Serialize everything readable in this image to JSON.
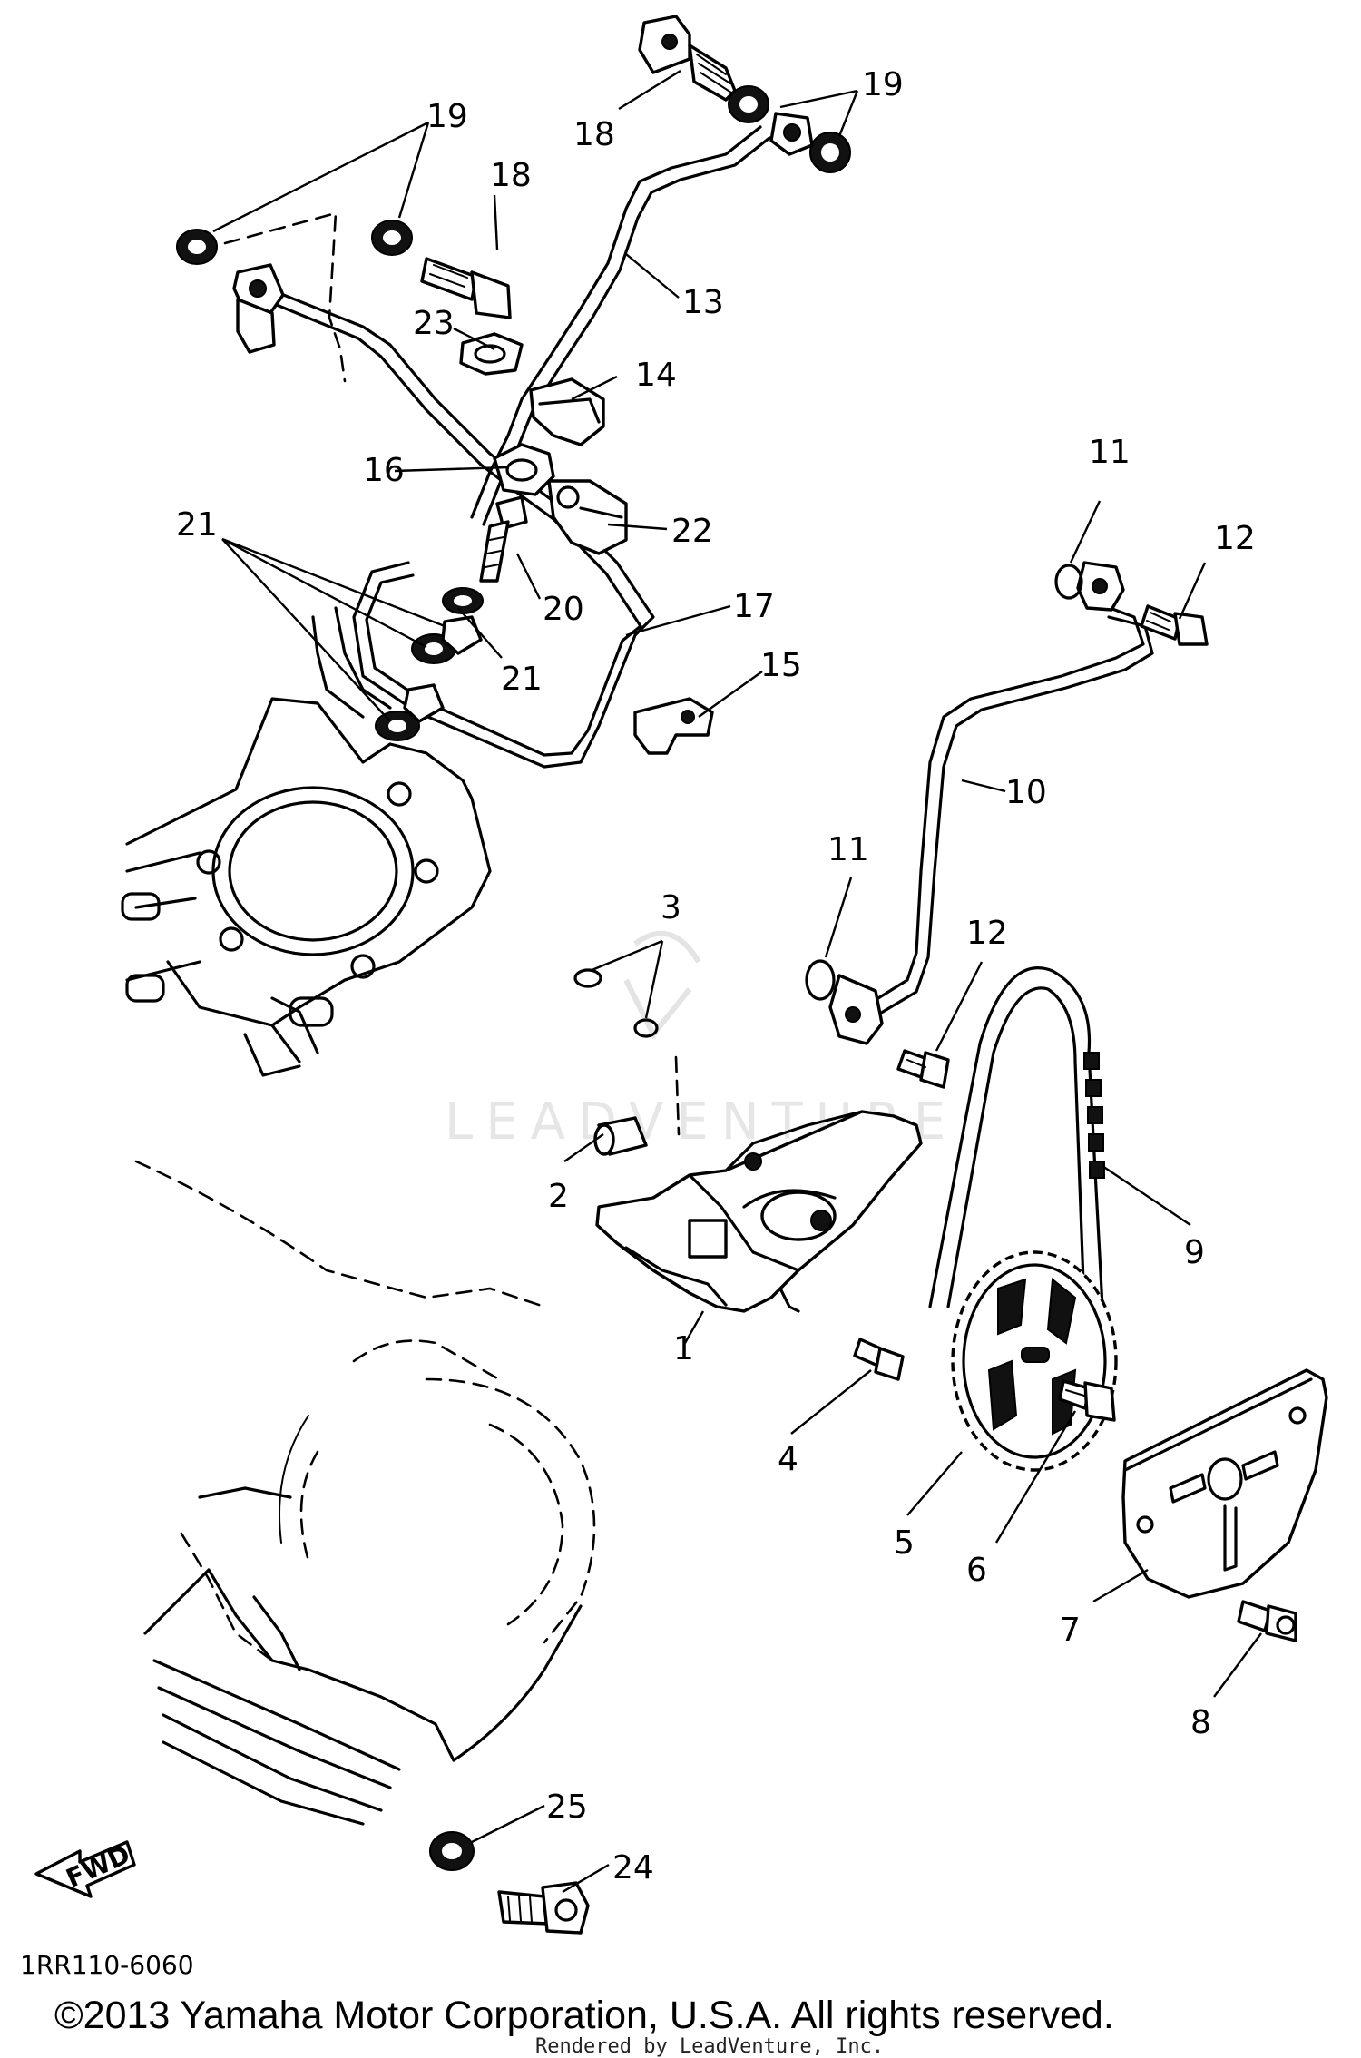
{
  "diagram": {
    "callouts": {
      "p1": "1",
      "p2": "2",
      "p3": "3",
      "p4": "4",
      "p5": "5",
      "p6": "6",
      "p7": "7",
      "p8": "8",
      "p9": "9",
      "p10": "10",
      "p11a": "11",
      "p11b": "11",
      "p12a": "12",
      "p12b": "12",
      "p13": "13",
      "p14": "14",
      "p15": "15",
      "p16": "16",
      "p17": "17",
      "p18a": "18",
      "p18b": "18",
      "p19a": "19",
      "p19b": "19",
      "p20": "20",
      "p21a": "21",
      "p21b": "21",
      "p22": "22",
      "p23": "23",
      "p24": "24",
      "p25": "25"
    },
    "fwd_label": "FWD",
    "diagram_code": "1RR110-6060",
    "watermark": "LEADVENTURE",
    "copyright": "©2013 Yamaha Motor Corporation, U.S.A. All rights reserved.",
    "rendered_by": "Rendered by LeadVenture, Inc."
  }
}
